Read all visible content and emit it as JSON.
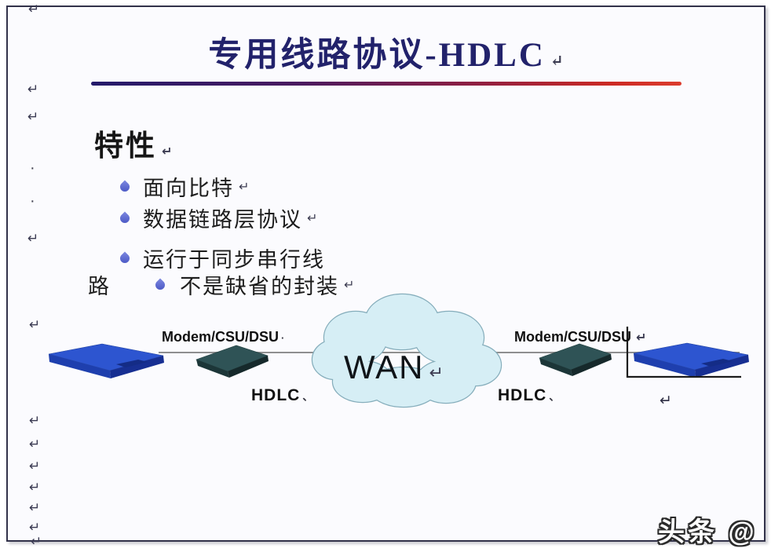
{
  "slide": {
    "title": "专用线路协议-HDLC",
    "title_mark": "↵"
  },
  "features": {
    "heading": "特性",
    "heading_mark": "↵",
    "items": [
      {
        "text": "面向比特",
        "mark": "↵"
      },
      {
        "text": "数据链路层协议",
        "mark": "↵"
      },
      {
        "text": "运行于同步串行线",
        "mark": ""
      },
      {
        "wrap_prefix": "路",
        "text": "不是缺省的封装",
        "mark": "↵"
      }
    ]
  },
  "diagram": {
    "wan_label": "WAN",
    "wan_mark": "↵",
    "left_modem_label": "Modem/CSU/DSU",
    "left_modem_mark": "·",
    "right_modem_label": "Modem/CSU/DSU",
    "right_modem_mark": "↵",
    "left_hdlc_label": "HDLC",
    "left_hdlc_mark": "、",
    "right_hdlc_label": "HDLC",
    "right_hdlc_mark": "、",
    "trailing_mark": "↵",
    "devices": [
      "router",
      "modem/csu-dsu",
      "wan-cloud",
      "modem/csu-dsu",
      "router"
    ]
  },
  "marks": {
    "return": "↵",
    "dot": "·"
  },
  "watermark": "头条 @",
  "colors": {
    "title": "#22226b",
    "divider_left": "#241a6b",
    "divider_right": "#dc3c2e",
    "bullet_drop": "#5a67cf",
    "cloud_fill": "#d6eef5",
    "cloud_stroke": "#85adbb",
    "router_top": "#2d55d0",
    "router_front": "#1e3fae",
    "modem_top": "#2f5356",
    "modem_front": "#1c3638",
    "connector_line": "#8f8f8f",
    "lshape_line": "#1c1c1c",
    "watermark_outline": "#2b2b2b"
  }
}
